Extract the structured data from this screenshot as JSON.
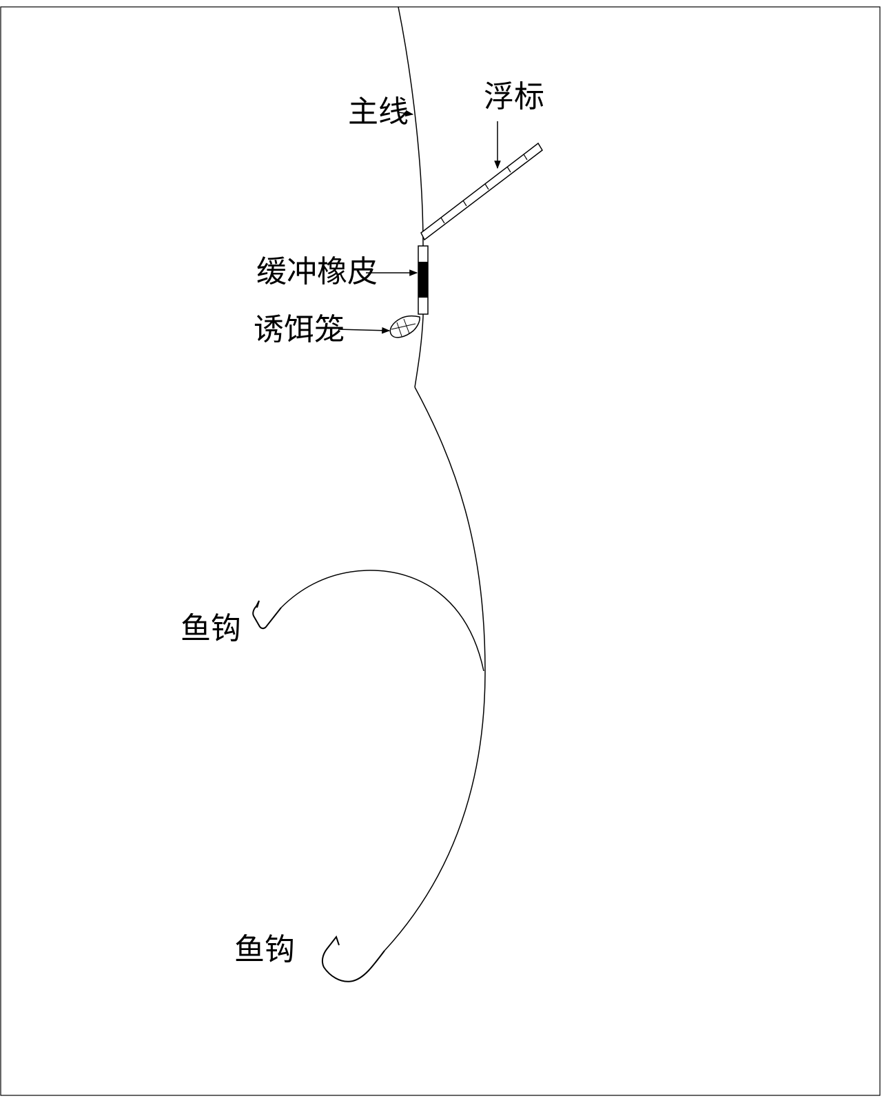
{
  "labels": {
    "main_line": "主线",
    "float": "浮标",
    "buffer_rubber": "缓冲橡皮",
    "bait_cage": "诱饵笼",
    "hook_upper": "鱼钩",
    "hook_lower": "鱼钩"
  },
  "colors": {
    "line": "#000000",
    "background": "#ffffff"
  }
}
